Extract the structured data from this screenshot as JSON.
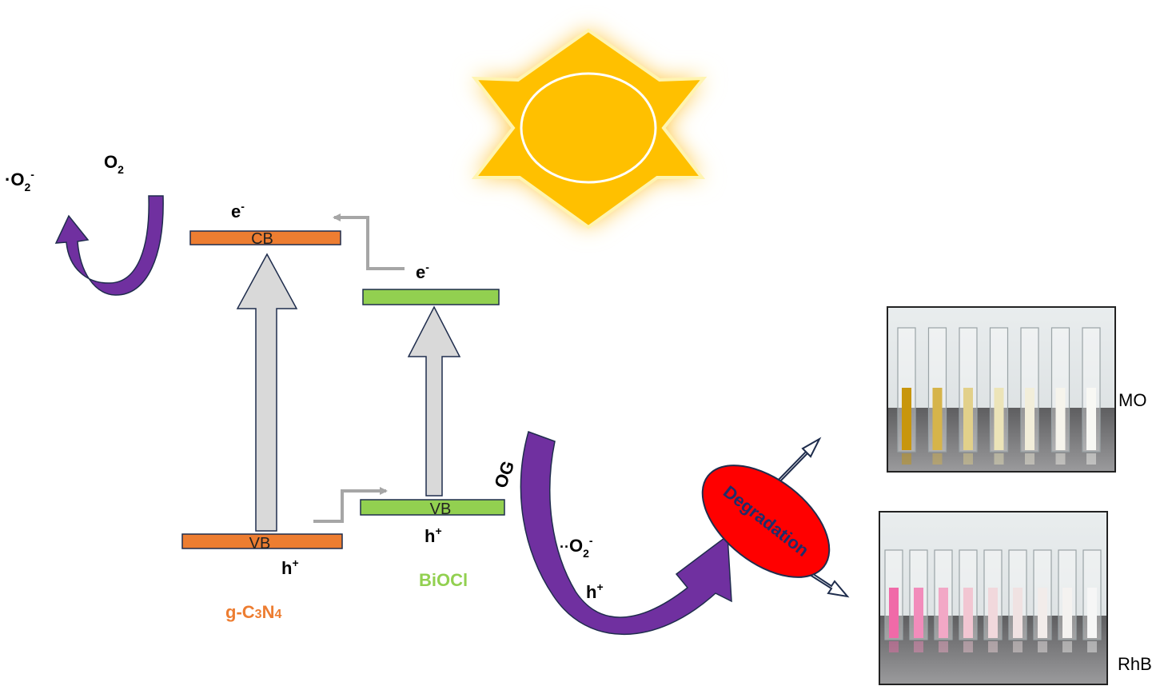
{
  "colors": {
    "gcn": "#ED7D31",
    "biocl": "#92D050",
    "purple": "#7030A0",
    "gray_arrow": "#D9D9D9",
    "gray_stroke": "#A6A6A6",
    "navy": "#1F2D4D",
    "sun": "#FFC000",
    "degradation_fill": "#FF0000",
    "degradation_text": "#1F2D6A"
  },
  "materials": {
    "gcn": {
      "name_prefix": "g-C",
      "sub1": "3",
      "mid": "N",
      "sub2": "4",
      "cb_label": "CB",
      "vb_label": "VB",
      "electron": "e",
      "electron_sup": "-",
      "hole": "h",
      "hole_sup": "+"
    },
    "biocl": {
      "name": "BiOCl",
      "vb_label": "VB",
      "electron": "e",
      "electron_sup": "-",
      "hole": "h",
      "hole_sup": "+"
    }
  },
  "species": {
    "o2_main": "O",
    "o2_sub": "2",
    "superoxide_dot": "·",
    "superoxide_o": "O",
    "superoxide_sub": "2",
    "superoxide_sup": "-",
    "og": "OG",
    "mid_superoxide_dot": "··",
    "mid_superoxide_o": "O",
    "mid_superoxide_sub": "2",
    "mid_superoxide_sup": "-",
    "mid_hole": "h",
    "mid_hole_sup": "+"
  },
  "degradation": {
    "label": "Degradation"
  },
  "photos": [
    {
      "label": "MO",
      "vials": 7,
      "tints": [
        "#C8960C",
        "#D6B44A",
        "#E2D08A",
        "#ECE4B8",
        "#F2EEDA",
        "#F6F4EC",
        "#F8F8F4"
      ]
    },
    {
      "label": "RhB",
      "vials": 9,
      "tints": [
        "#F06AA8",
        "#F28CBB",
        "#F2A8C6",
        "#F2C6D2",
        "#F1D8DC",
        "#F0E2E2",
        "#F2ECEA",
        "#F4F2F0",
        "#F6F6F6"
      ]
    }
  ]
}
